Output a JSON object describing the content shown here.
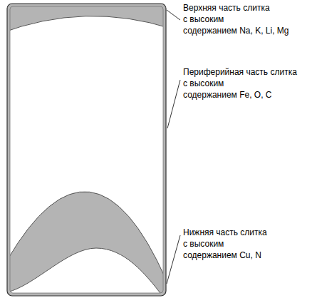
{
  "diagram": {
    "labels": [
      "Верхняя часть слитка с высоким содержанием Na, K, Li, Mg",
      "Периферийная часть слитка с высоким содержанием Fe, O, C",
      "Нижняя часть слитка с высоким содержанием Cu, N"
    ]
  }
}
